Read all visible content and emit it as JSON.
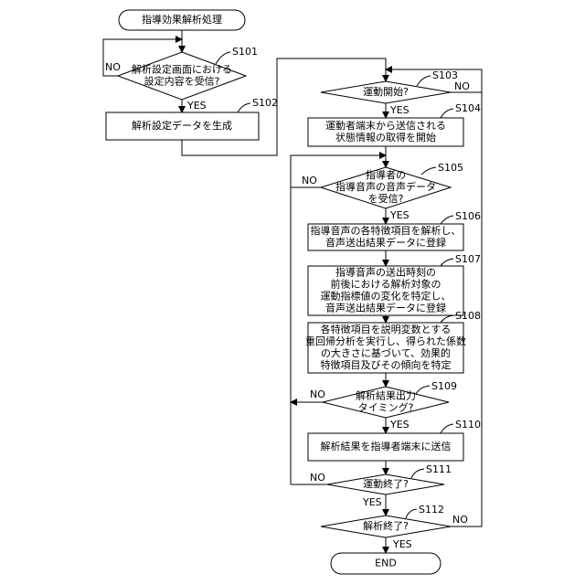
{
  "nodes": {
    "start": {
      "lines": [
        "指導効果解析処理"
      ]
    },
    "s101": {
      "step": "S101",
      "lines": [
        "解析設定画面における",
        "設定内容を受信?"
      ]
    },
    "s102": {
      "step": "S102",
      "lines": [
        "解析設定データを生成"
      ]
    },
    "s103": {
      "step": "S103",
      "lines": [
        "運動開始?"
      ]
    },
    "s104": {
      "step": "S104",
      "lines": [
        "運動者端末から送信される",
        "状態情報の取得を開始"
      ]
    },
    "s105": {
      "step": "S105",
      "lines": [
        "指導者の",
        "指導音声の音声データ",
        "を受信?"
      ]
    },
    "s106": {
      "step": "S106",
      "lines": [
        "指導音声の各特徴項目を解析し、",
        "音声送出結果データに登録"
      ]
    },
    "s107": {
      "step": "S107",
      "lines": [
        "指導音声の送出時刻の",
        "前後における解析対象の",
        "運動指標値の変化を特定し、",
        "音声送出結果データに登録"
      ]
    },
    "s108": {
      "step": "S108",
      "lines": [
        "各特徴項目を説明変数とする",
        "重回帰分析を実行し、得られた係数",
        "の大きさに基づいて、効果的",
        "特徴項目及びその傾向を特定"
      ]
    },
    "s109": {
      "step": "S109",
      "lines": [
        "解析結果出力",
        "タイミング?"
      ]
    },
    "s110": {
      "step": "S110",
      "lines": [
        "解析結果を指導者端末に送信"
      ]
    },
    "s111": {
      "step": "S111",
      "lines": [
        "運動終了?"
      ]
    },
    "s112": {
      "step": "S112",
      "lines": [
        "解析終了?"
      ]
    },
    "end": {
      "lines": [
        "END"
      ]
    }
  },
  "edge_labels": {
    "s101_no": "NO",
    "s101_yes": "YES",
    "s103_no": "NO",
    "s103_yes": "YES",
    "s105_no": "NO",
    "s105_yes": "YES",
    "s109_no": "NO",
    "s109_yes": "YES",
    "s111_no": "NO",
    "s111_yes": "YES",
    "s112_no": "NO",
    "s112_yes": "YES"
  }
}
